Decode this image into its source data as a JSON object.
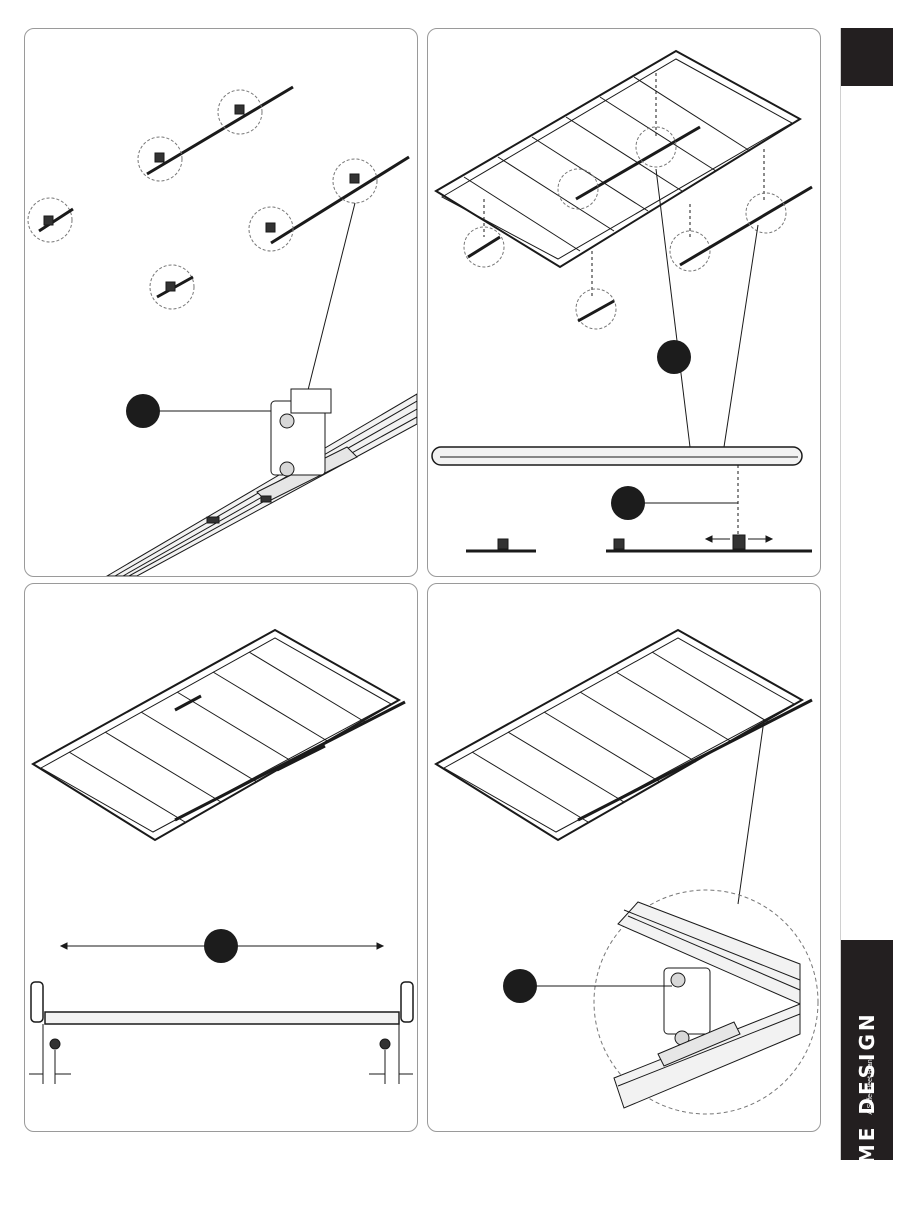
{
  "brand": {
    "name": "PRIME DESIGN",
    "tagline": "A Safe-Fleet Brand",
    "trademark": "™"
  },
  "colors": {
    "ink": "#231f20",
    "line": "#1a1a1a",
    "rail_fill": "#f2f2f2",
    "callout_fill": "#1c1c1c",
    "tab_fill": "#231f20"
  },
  "panels": [
    {
      "id": "step-1",
      "subject": "rail-clamps-and-rail-mount"
    },
    {
      "id": "step-2",
      "subject": "rack-over-clamps-with-side-view"
    },
    {
      "id": "step-3",
      "subject": "rack-on-rails-front-view"
    },
    {
      "id": "step-4",
      "subject": "rack-mounted-detail"
    }
  ]
}
